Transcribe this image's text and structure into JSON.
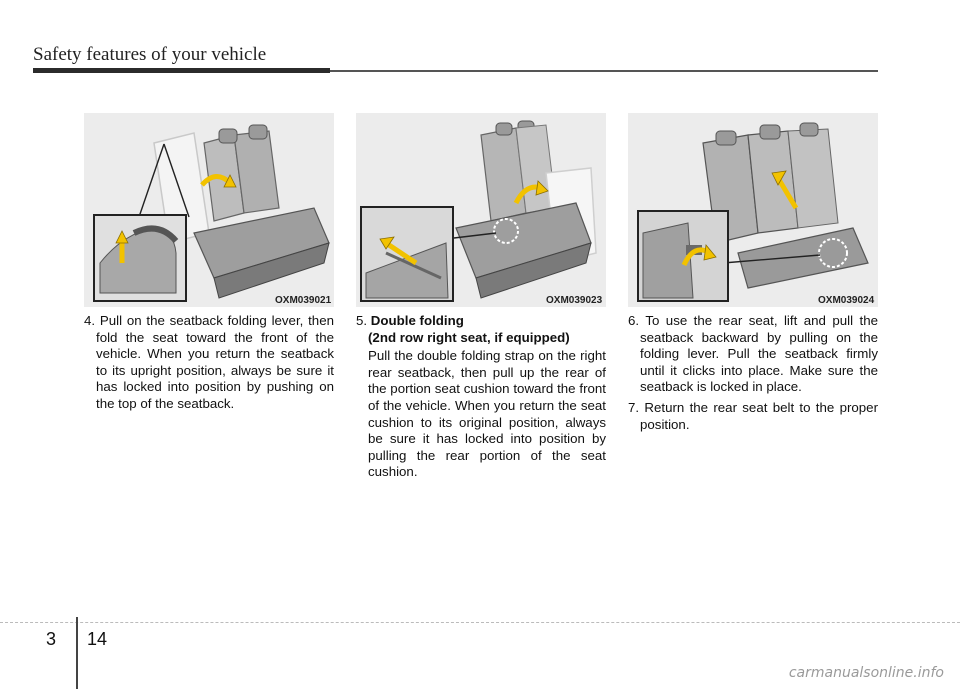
{
  "header": {
    "title": "Safety features of your vehicle"
  },
  "figures": [
    {
      "code": "OXM039021"
    },
    {
      "code": "OXM039023"
    },
    {
      "code": "OXM039024"
    }
  ],
  "col1": {
    "step4_num": "4.",
    "step4_text": "Pull on the seatback folding lever, then fold the seat toward the front of the vehicle. When you return the seatback to its upright position, always be sure it has locked into position by pushing on the top of the seatback."
  },
  "col2": {
    "step5_num": "5.",
    "step5_head_line1": "Double folding",
    "step5_head_line2": "(2nd row right seat, if equipped)",
    "step5_text": "Pull the double folding strap on the right rear seatback, then pull up the rear of the portion seat cushion toward the front of the vehicle. When you return the seat cushion to its original position, always be sure it has locked into position by pulling the rear portion of the seat cushion."
  },
  "col3": {
    "step6_num": "6.",
    "step6_text": "To use the rear seat, lift and pull the seatback backward by pulling on the folding lever. Pull the seatback firmly until it clicks into place. Make sure the seatback is locked in place.",
    "step7_num": "7.",
    "step7_text": "Return the rear seat belt to the proper position."
  },
  "footer": {
    "section": "3",
    "page": "14",
    "watermark": "carmanualsonline.info"
  },
  "colors": {
    "figure_bg": "#ececec",
    "arrow_yellow": "#f2c200",
    "seat_gray": "#8a8a8a"
  }
}
